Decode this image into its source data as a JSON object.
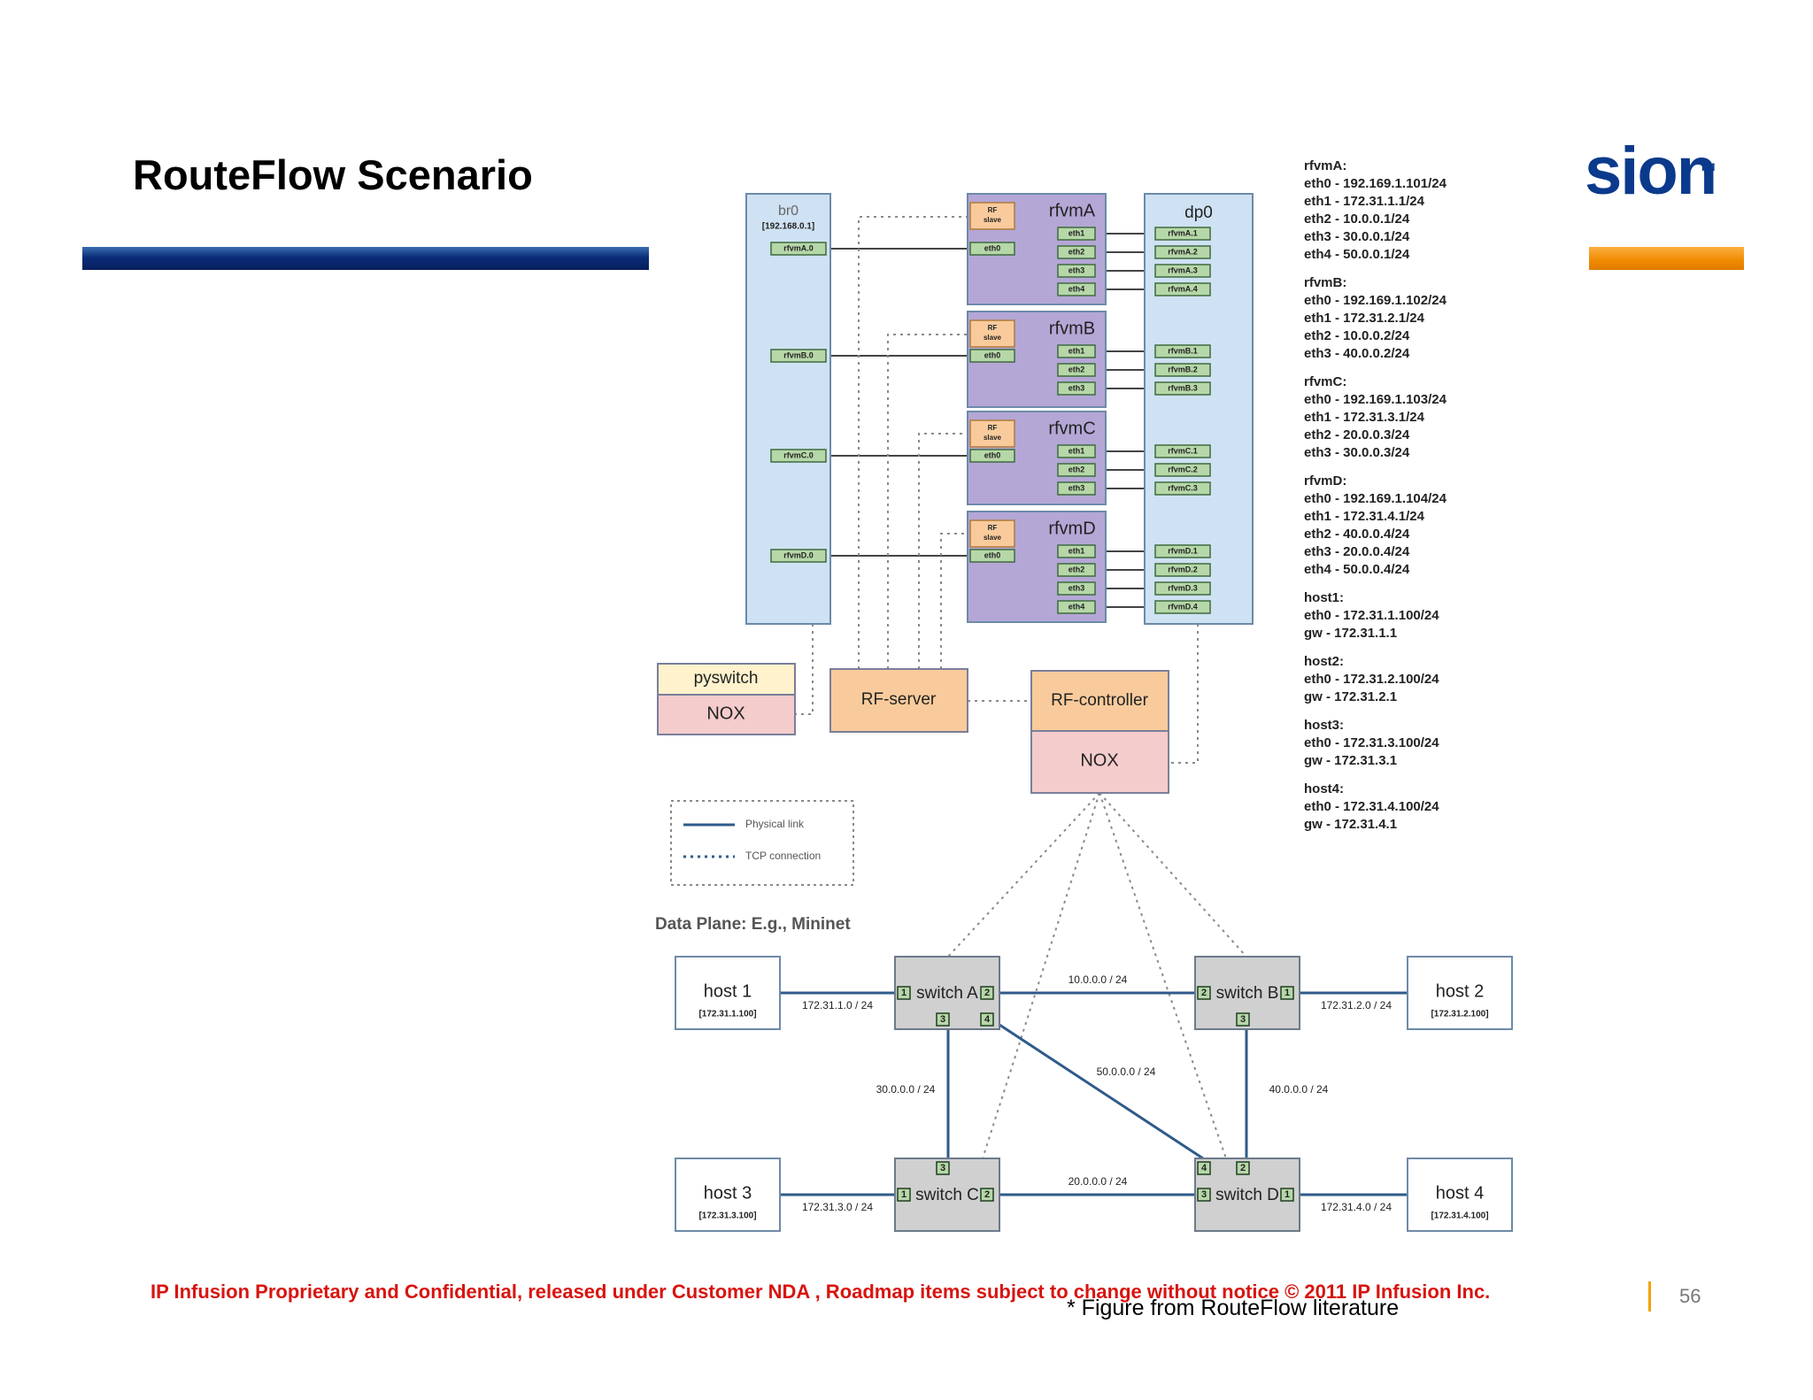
{
  "slide": {
    "title": "RouteFlow Scenario",
    "logo_text": "sion",
    "logo_tm": "TM",
    "footer": "IP Infusion Proprietary and Confidential, released under Customer NDA , Roadmap items subject to change without notice    © 2011 IP Infusion Inc.",
    "page_number": "56",
    "credit": "* Figure from RouteFlow literature"
  },
  "diagram": {
    "br0": {
      "label": "br0",
      "ip": "[192.168.0.1]",
      "ports": [
        "rfvmA.0",
        "rfvmB.0",
        "rfvmC.0",
        "rfvmD.0"
      ]
    },
    "dp0": {
      "label": "dp0"
    },
    "rf_slave_label": [
      "RF",
      "slave"
    ],
    "vms": [
      {
        "name": "rfvmA",
        "ifaces": [
          "eth1",
          "eth2",
          "eth3",
          "eth4"
        ],
        "dp_ports": [
          "rfvmA.1",
          "rfvmA.2",
          "rfvmA.3",
          "rfvmA.4"
        ]
      },
      {
        "name": "rfvmB",
        "ifaces": [
          "eth1",
          "eth2",
          "eth3"
        ],
        "dp_ports": [
          "rfvmB.1",
          "rfvmB.2",
          "rfvmB.3"
        ]
      },
      {
        "name": "rfvmC",
        "ifaces": [
          "eth1",
          "eth2",
          "eth3"
        ],
        "dp_ports": [
          "rfvmC.1",
          "rfvmC.2",
          "rfvmC.3"
        ]
      },
      {
        "name": "rfvmD",
        "ifaces": [
          "eth1",
          "eth2",
          "eth3",
          "eth4"
        ],
        "dp_ports": [
          "rfvmD.1",
          "rfvmD.2",
          "rfvmD.3",
          "rfvmD.4"
        ]
      }
    ],
    "eth0_label": "eth0",
    "pyswitch": "pyswitch",
    "nox": "NOX",
    "rf_server": "RF-server",
    "rf_controller": "RF-controller",
    "legend": {
      "physical": "Physical link",
      "tcp": "TCP connection"
    },
    "data_plane_label": "Data Plane: E.g., Mininet",
    "hosts": [
      {
        "name": "host 1",
        "ip": "[172.31.1.100]"
      },
      {
        "name": "host 2",
        "ip": "[172.31.2.100]"
      },
      {
        "name": "host 3",
        "ip": "[172.31.3.100]"
      },
      {
        "name": "host 4",
        "ip": "[172.31.4.100]"
      }
    ],
    "switches": [
      {
        "name": "switch A",
        "ports": [
          "1",
          "2",
          "3",
          "4"
        ]
      },
      {
        "name": "switch B",
        "ports": [
          "2",
          "1",
          "3"
        ]
      },
      {
        "name": "switch C",
        "ports": [
          "3",
          "1",
          "2"
        ]
      },
      {
        "name": "switch D",
        "ports": [
          "4",
          "2",
          "3",
          "1"
        ]
      }
    ],
    "links": {
      "h1_a": "172.31.1.0 / 24",
      "b_h2": "172.31.2.0 / 24",
      "h3_c": "172.31.3.0 / 24",
      "d_h4": "172.31.4.0 / 24",
      "a_b": "10.0.0.0 / 24",
      "a_c": "30.0.0.0 / 24",
      "a_d": "50.0.0.0 / 24",
      "b_d": "40.0.0.0 / 24",
      "c_d": "20.0.0.0 / 24"
    },
    "config": [
      {
        "name": "rfvmA:",
        "lines": [
          "eth0 - 192.169.1.101/24",
          "eth1 - 172.31.1.1/24",
          "eth2 - 10.0.0.1/24",
          "eth3 - 30.0.0.1/24",
          "eth4 - 50.0.0.1/24"
        ]
      },
      {
        "name": "rfvmB:",
        "lines": [
          "eth0 - 192.169.1.102/24",
          "eth1 - 172.31.2.1/24",
          "eth2 - 10.0.0.2/24",
          "eth3 - 40.0.0.2/24"
        ]
      },
      {
        "name": "rfvmC:",
        "lines": [
          "eth0 - 192.169.1.103/24",
          "eth1 - 172.31.3.1/24",
          "eth2 - 20.0.0.3/24",
          "eth3 - 30.0.0.3/24"
        ]
      },
      {
        "name": "rfvmD:",
        "lines": [
          "eth0 - 192.169.1.104/24",
          "eth1 - 172.31.4.1/24",
          "eth2 - 40.0.0.4/24",
          "eth3 - 20.0.0.4/24",
          "eth4 - 50.0.0.4/24"
        ]
      },
      {
        "name": "host1:",
        "lines": [
          "eth0 - 172.31.1.100/24",
          "gw - 172.31.1.1"
        ]
      },
      {
        "name": "host2:",
        "lines": [
          "eth0 - 172.31.2.100/24",
          "gw - 172.31.2.1"
        ]
      },
      {
        "name": "host3:",
        "lines": [
          "eth0 - 172.31.3.100/24",
          "gw - 172.31.3.1"
        ]
      },
      {
        "name": "host4:",
        "lines": [
          "eth0 - 172.31.4.100/24",
          "gw - 172.31.4.1"
        ]
      }
    ]
  },
  "colors": {
    "br0_fill": "#cfe2f3",
    "vm_fill": "#b4a7d6",
    "slave_fill": "#f9cb9c",
    "port_fill": "#b6d7a8",
    "nox_fill": "#f4cccc",
    "pyswitch_fill": "#fff2cc",
    "switch_fill": "#d0d0d0",
    "link": "#2f5a8a"
  }
}
